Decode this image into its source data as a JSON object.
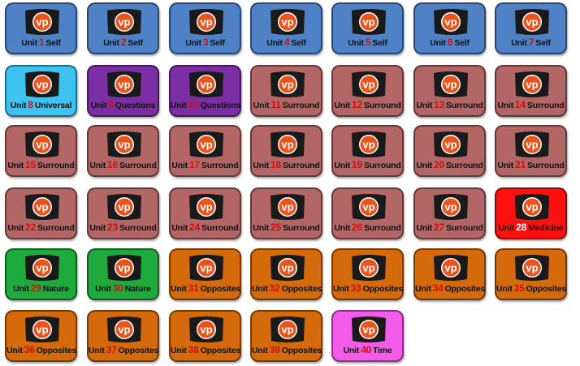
{
  "unit_word": "Unit",
  "logo_text": "vp",
  "colors": {
    "Self": "#4f81c7",
    "Universal": "#3ec3f0",
    "Questions": "#7c2fa5",
    "Surround": "#b36666",
    "Medicine": "#ff1010",
    "Nature": "#1faa3c",
    "Opposites": "#d46a0c",
    "Time": "#f25ce9"
  },
  "units": [
    {
      "num": "1",
      "topic": "Self"
    },
    {
      "num": "2",
      "topic": "Self"
    },
    {
      "num": "3",
      "topic": "Self"
    },
    {
      "num": "4",
      "topic": "Self"
    },
    {
      "num": "5",
      "topic": "Self"
    },
    {
      "num": "6",
      "topic": "Self"
    },
    {
      "num": "7",
      "topic": "Self"
    },
    {
      "num": "8",
      "topic": "Universal"
    },
    {
      "num": "9",
      "topic": "Questions"
    },
    {
      "num": "10",
      "topic": "Questions"
    },
    {
      "num": "11",
      "topic": "Surround"
    },
    {
      "num": "12",
      "topic": "Surround"
    },
    {
      "num": "13",
      "topic": "Surround"
    },
    {
      "num": "14",
      "topic": "Surround"
    },
    {
      "num": "15",
      "topic": "Surround"
    },
    {
      "num": "16",
      "topic": "Surround"
    },
    {
      "num": "17",
      "topic": "Surround"
    },
    {
      "num": "18",
      "topic": "Surround"
    },
    {
      "num": "19",
      "topic": "Surround"
    },
    {
      "num": "20",
      "topic": "Surround"
    },
    {
      "num": "21",
      "topic": "Surround"
    },
    {
      "num": "22",
      "topic": "Surround"
    },
    {
      "num": "23",
      "topic": "Surround"
    },
    {
      "num": "24",
      "topic": "Surround"
    },
    {
      "num": "25",
      "topic": "Surround"
    },
    {
      "num": "26",
      "topic": "Surround"
    },
    {
      "num": "27",
      "topic": "Surround"
    },
    {
      "num": "28",
      "topic": "Medicine"
    },
    {
      "num": "29",
      "topic": "Nature"
    },
    {
      "num": "30",
      "topic": "Nature"
    },
    {
      "num": "31",
      "topic": "Opposites"
    },
    {
      "num": "32",
      "topic": "Opposites"
    },
    {
      "num": "33",
      "topic": "Opposites"
    },
    {
      "num": "34",
      "topic": "Opposites"
    },
    {
      "num": "35",
      "topic": "Opposites"
    },
    {
      "num": "36",
      "topic": "Opposites"
    },
    {
      "num": "37",
      "topic": "Opposites"
    },
    {
      "num": "38",
      "topic": "Opposites"
    },
    {
      "num": "39",
      "topic": "Opposites"
    },
    {
      "num": "40",
      "topic": "Time"
    }
  ]
}
